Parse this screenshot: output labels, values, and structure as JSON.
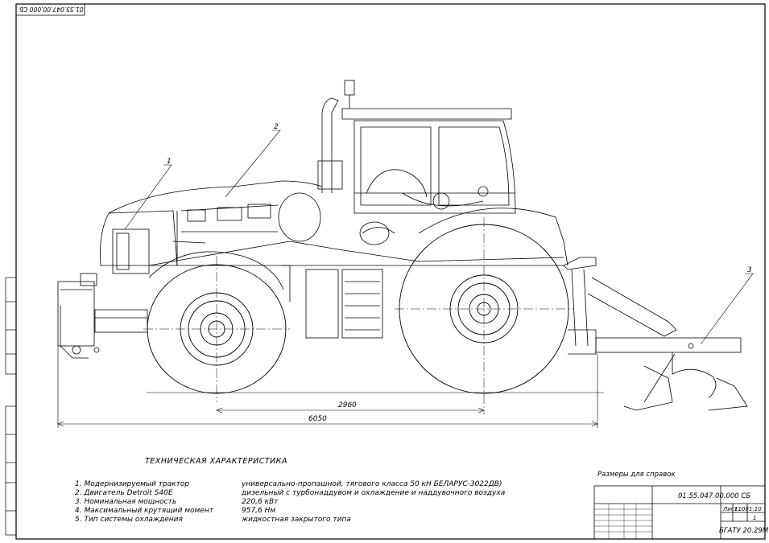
{
  "drawing": {
    "code_corner": "01.55.047.00.000 СБ",
    "title": "ТЕХНИЧЕСКАЯ ХАРАКТЕРИСТИКА",
    "dimensions": {
      "wheelbase": "2960",
      "overall_length": "6050"
    },
    "callouts": [
      "1",
      "2",
      "3"
    ],
    "specs": [
      {
        "label": "1. Модернизируемый трактор",
        "value": "универсально-пропашной, тягового класса 50 кН БЕЛАРУС-3022ДВ)"
      },
      {
        "label": "2. Двигатель Detroit S40E",
        "value": "дизельный с турбонаддувом и охлаждение и наддувочного воздуха"
      },
      {
        "label": "3. Номинальная мощность",
        "value": "220,6 кВт"
      },
      {
        "label": "4. Максимальный крутящий момент",
        "value": "957,6 Нм"
      },
      {
        "label": "5. Тип системы охлаждения",
        "value": "жидкостная закрытого типа"
      }
    ],
    "reference_note": "Размеры для справок"
  },
  "title_block": {
    "code": "01.55.047.00.000 СБ",
    "organization": "БГАТУ 20.29М",
    "scale": "1:10",
    "mass": "1100",
    "sheet": "Лист",
    "sheets": "1"
  },
  "colors": {
    "line": "#000000",
    "background": "#ffffff"
  }
}
